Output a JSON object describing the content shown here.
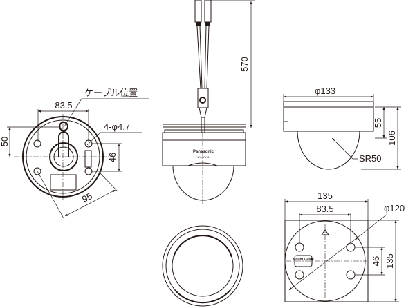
{
  "labels": {
    "cable_position": "ケーブル位置",
    "hole_spec": "4-φ4.7",
    "bottom_width": "83.5",
    "bottom_height": "50",
    "bottom_pitch": "46",
    "bottom_diag": "95",
    "cable_length": "570",
    "side_diameter": "φ133",
    "side_base_height": "55",
    "side_total_height": "106",
    "dome_radius": "SR50",
    "plate_width": "135",
    "plate_hole_width": "83.5",
    "plate_diameter": "φ120",
    "plate_hole_pitch": "46",
    "plate_height": "135",
    "brand": "Panasonic",
    "model": "WV-SFV31",
    "mount_guide": "Mount Guide"
  },
  "colors": {
    "line": "#231815",
    "background": "#ffffff"
  }
}
